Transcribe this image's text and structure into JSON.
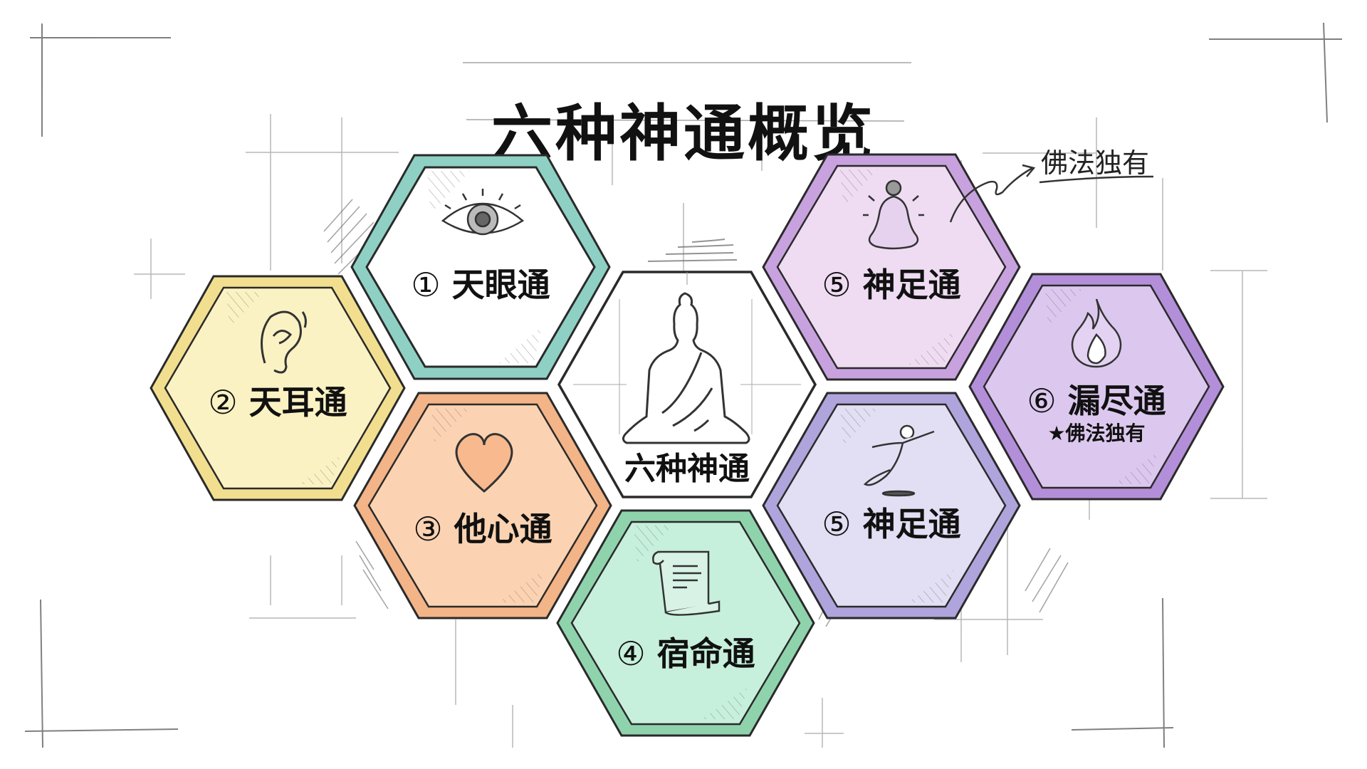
{
  "title": "六种神通概览",
  "center": {
    "label": "六种神通",
    "icon": "buddha-icon"
  },
  "annotation": {
    "text": "佛法独有",
    "icon": "curved-arrow-icon"
  },
  "colors": {
    "teal_border": "#8fd0c4",
    "teal_fill": "#ffffff",
    "yellow_border": "#f1df8f",
    "yellow_fill": "#fbf2c4",
    "orange_border": "#f3b488",
    "orange_fill": "#fcd3b2",
    "green_border": "#8fd3ad",
    "green_fill": "#c7f0dc",
    "purple_border": "#c8a2de",
    "purple_fill": "#efdcf3",
    "lavender_border": "#b0a4dc",
    "lavender_fill": "#e2def3",
    "violet_border": "#b48fd9",
    "violet_fill": "#dcc8ee",
    "outline": "#2a2a2a"
  },
  "hexes": [
    {
      "num": "①",
      "name": "天眼通",
      "icon": "eye-icon",
      "sub": ""
    },
    {
      "num": "②",
      "name": "天耳通",
      "icon": "ear-icon",
      "sub": ""
    },
    {
      "num": "③",
      "name": "他心通",
      "icon": "heart-icon",
      "sub": ""
    },
    {
      "num": "④",
      "name": "宿命通",
      "icon": "scroll-icon",
      "sub": ""
    },
    {
      "num": "⑤",
      "name": "神足通",
      "icon": "meditation-icon",
      "sub": ""
    },
    {
      "num": "⑤",
      "name": "神足通",
      "icon": "flying-figure-icon",
      "sub": ""
    },
    {
      "num": "⑥",
      "name": "漏尽通",
      "icon": "flame-icon",
      "sub": "★佛法独有"
    }
  ]
}
